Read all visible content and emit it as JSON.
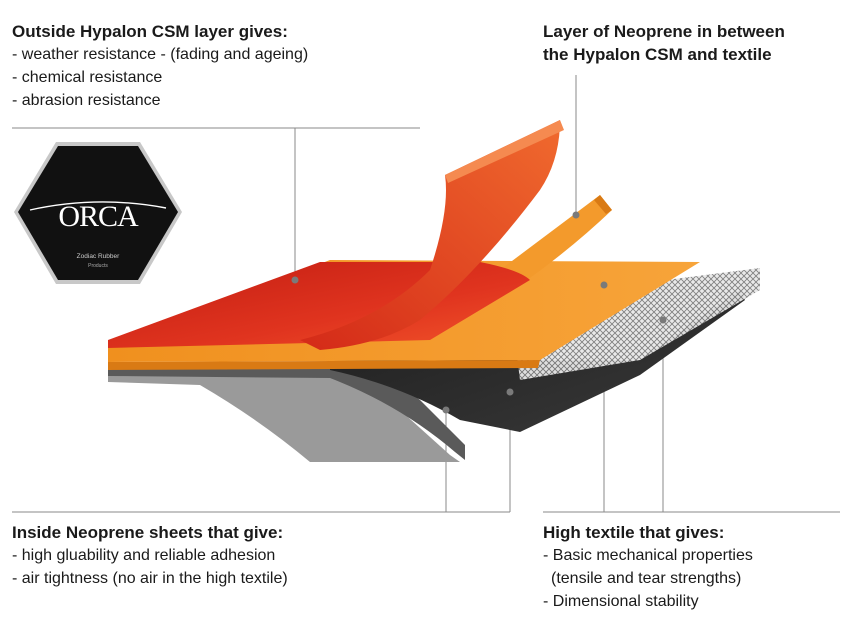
{
  "top_left": {
    "heading": "Outside Hypalon CSM layer gives:",
    "items": [
      "- weather resistance - (fading and ageing)",
      "- chemical resistance",
      "- abrasion resistance"
    ]
  },
  "top_right": {
    "heading_line1": "Layer of Neoprene in between",
    "heading_line2": "the Hypalon CSM and textile"
  },
  "bottom_left": {
    "heading": "Inside Neoprene sheets that give:",
    "items": [
      "- high gluability and reliable adhesion",
      "- air tightness (no air in the high textile)"
    ]
  },
  "bottom_right": {
    "heading": "High textile that gives:",
    "items": [
      "- Basic mechanical properties",
      "(tensile and tear strengths)",
      "- Dimensional stability"
    ]
  },
  "logo": {
    "brand": "ORCA",
    "tagline": "Zodiac Rubber",
    "sub": "Products"
  },
  "colors": {
    "hypalon_red": "#e0341f",
    "neoprene_orange": "#f0901e",
    "textile_grey": "#9a9a9a",
    "inner_black": "#2b2b2b",
    "logo_black": "#111111"
  }
}
